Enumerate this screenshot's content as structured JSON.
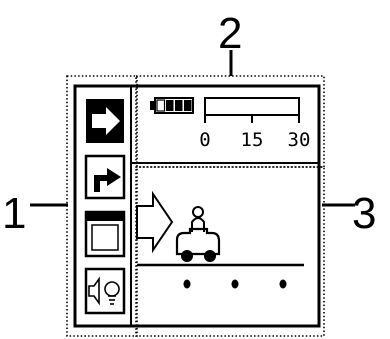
{
  "callouts": {
    "left": "1",
    "top": "2",
    "right": "3"
  },
  "menu_icons": [
    "forward-arrow-icon",
    "turn-arrow-icon",
    "window-icon",
    "speaker-bulb-icon"
  ],
  "battery": {
    "icon": "battery-icon",
    "level_fraction": 0.75
  },
  "scale": {
    "ticks": [
      "0",
      "15",
      "30"
    ]
  },
  "scene": {
    "arrow_icon": "outline-arrow-icon",
    "vehicle_icon": "car-with-driver-icon",
    "dot_count": 3
  }
}
